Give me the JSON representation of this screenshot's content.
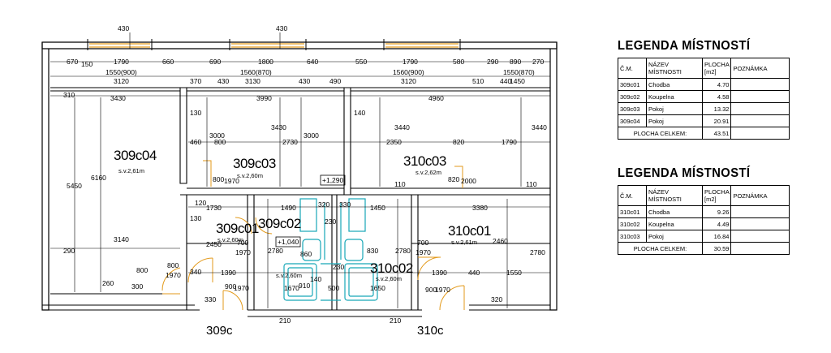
{
  "rooms": [
    {
      "id": "309c04",
      "height": "s.v.2,61m"
    },
    {
      "id": "309c03",
      "height": "s.v.2,60m"
    },
    {
      "id": "310c03",
      "height": "s.v.2,62m"
    },
    {
      "id": "309c01",
      "height": "s.v.2,60m"
    },
    {
      "id": "309c02",
      "height": "s.v.2,60m"
    },
    {
      "id": "310c01",
      "height": "s.v.2,61m"
    },
    {
      "id": "310c02",
      "height": "s.v.2,60m"
    }
  ],
  "apartments": [
    "309c",
    "310c"
  ],
  "levels": [
    "+1,290",
    "+1,040"
  ],
  "dimensions": {
    "top": [
      "430",
      "430",
      "670",
      "1790",
      "660",
      "690",
      "1800",
      "640",
      "550",
      "1790",
      "580",
      "290",
      "890",
      "270",
      "150"
    ],
    "windows": [
      "1550(900)",
      "3120",
      "1560(870)",
      "3130",
      "1560(900)",
      "3120",
      "1550(870)",
      "1450"
    ],
    "upper": [
      "310",
      "3430",
      "370",
      "430",
      "430",
      "490",
      "3990",
      "4960",
      "510",
      "440"
    ],
    "mid": [
      "130",
      "3000",
      "3430",
      "3000",
      "140",
      "3440",
      "3440",
      "460",
      "800",
      "2730",
      "2350",
      "820",
      "1790",
      "5450",
      "6160",
      "800",
      "1970",
      "820",
      "2000",
      "110",
      "110"
    ],
    "lower": [
      "120",
      "1730",
      "1490",
      "320",
      "330",
      "1450",
      "3380",
      "130",
      "230",
      "2450",
      "700",
      "1970",
      "2780",
      "830",
      "860",
      "2780",
      "700",
      "1970",
      "2460",
      "2780",
      "290",
      "3140",
      "800",
      "1970",
      "340",
      "1390",
      "140",
      "230",
      "500",
      "1390",
      "440",
      "1550",
      "260",
      "300",
      "800",
      "330",
      "900",
      "1970",
      "1670",
      "910",
      "1650",
      "900",
      "1970",
      "320",
      "210",
      "210"
    ]
  },
  "legends": [
    {
      "title": "LEGENDA MÍSTNOSTÍ",
      "headers": [
        "Č.M.",
        "NÁZEV MÍSTNOSTI",
        "PLOCHA [m2]",
        "POZNÁMKA"
      ],
      "rows": [
        {
          "cm": "309c01",
          "name": "Chodba",
          "area": "4.70",
          "note": ""
        },
        {
          "cm": "309c02",
          "name": "Koupelna",
          "area": "4.58",
          "note": ""
        },
        {
          "cm": "309c03",
          "name": "Pokoj",
          "area": "13.32",
          "note": ""
        },
        {
          "cm": "309c04",
          "name": "Pokoj",
          "area": "20.91",
          "note": ""
        }
      ],
      "total_label": "PLOCHA CELKEM:",
      "total": "43.51"
    },
    {
      "title": "LEGENDA MÍSTNOSTÍ",
      "headers": [
        "Č.M.",
        "NÁZEV MÍSTNOSTI",
        "PLOCHA [m2]",
        "POZNÁMKA"
      ],
      "rows": [
        {
          "cm": "310c01",
          "name": "Chodba",
          "area": "9.26",
          "note": ""
        },
        {
          "cm": "310c02",
          "name": "Koupelna",
          "area": "4.49",
          "note": ""
        },
        {
          "cm": "310c03",
          "name": "Pokoj",
          "area": "16.84",
          "note": ""
        }
      ],
      "total_label": "PLOCHA CELKEM:",
      "total": "30.59"
    }
  ]
}
